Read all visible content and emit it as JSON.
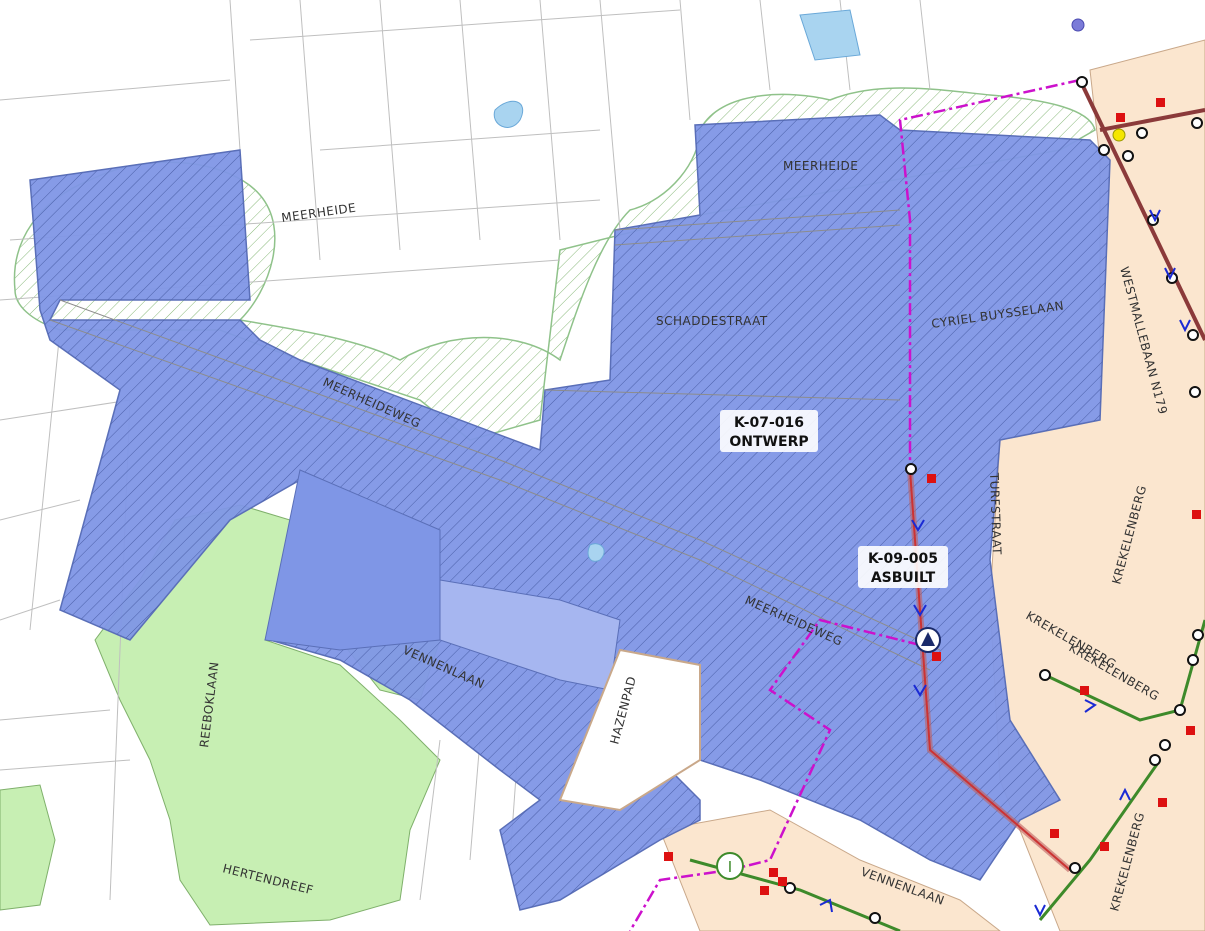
{
  "colors": {
    "background": "#ffffff",
    "parcel_line": "#bfbfbf",
    "project_fill": "#7f96e6",
    "project_hatch": "#4b5fa8",
    "green_zone": "#c7efb3",
    "green_buffer_hatch": "#89b97a",
    "built_area": "#fbe6cf",
    "boundary": "#cc11cc",
    "sewer_pipe": "#8b3a3a",
    "sewer_green": "#3d8a2a",
    "inspection_marker": "#dd1111",
    "water": "#a9d4f0"
  },
  "street_labels": {
    "meerheide_1": "MEERHEIDE",
    "meerheide_2": "MEERHEIDE",
    "schaddestraat": "SCHADDESTRAAT",
    "cyriel": "CYRIEL BUYSSELAAN",
    "westmalle": "WESTMALLEBAAN N179",
    "meerheideweg_1": "MEERHEIDEWEG",
    "meerheideweg_2": "MEERHEIDEWEG",
    "turfstraat": "TURFSTRAAT",
    "krekelenberg_1": "KREKELENBERG",
    "krekelenberg_2": "KREKELENBERG",
    "krekelenberg_3": "KREKELENBERG",
    "krekelenberg_4": "KREKELENBERG",
    "vennenlaan_1": "VENNENLAAN",
    "vennenlaan_2": "VENNENLAAN",
    "hazenpad": "HAZENPAD",
    "reeboklaan": "REEBOKLAAN",
    "hertendreef": "HERTENDREEF"
  },
  "project_labels": {
    "k07016_code": "K-07-016",
    "k07016_status": "ONTWERP",
    "k09005_code": "K-09-005",
    "k09005_status": "ASBUILT"
  },
  "symbols": {
    "pump_station": "pump-station-icon",
    "info_marker_letter": "I",
    "manhole": "manhole-icon",
    "flow_arrow": "flow-arrow-icon"
  }
}
